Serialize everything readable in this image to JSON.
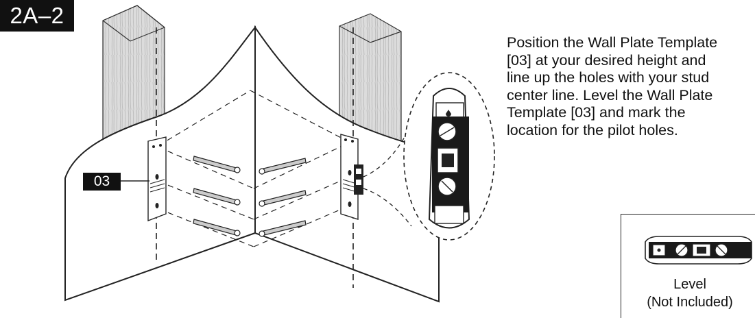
{
  "step": {
    "label": "2A–2"
  },
  "part": {
    "label": "03"
  },
  "instructions": {
    "lines": [
      "Position the Wall Plate Template",
      "[03] at your desired height and",
      "line up the holes with your stud",
      "center line. Level the Wall Plate",
      "Template [03] and mark the",
      "location for the pilot holes."
    ]
  },
  "note": {
    "line1": "Level",
    "line2": "(Not Included)"
  },
  "icons": [
    "stud-icon",
    "wall-plate-template-icon",
    "level-icon",
    "screw-icon"
  ],
  "colors": {
    "ink": "#111111",
    "wood": "#d9d9d9",
    "wall": "#ffffff",
    "badge": "#111111"
  }
}
